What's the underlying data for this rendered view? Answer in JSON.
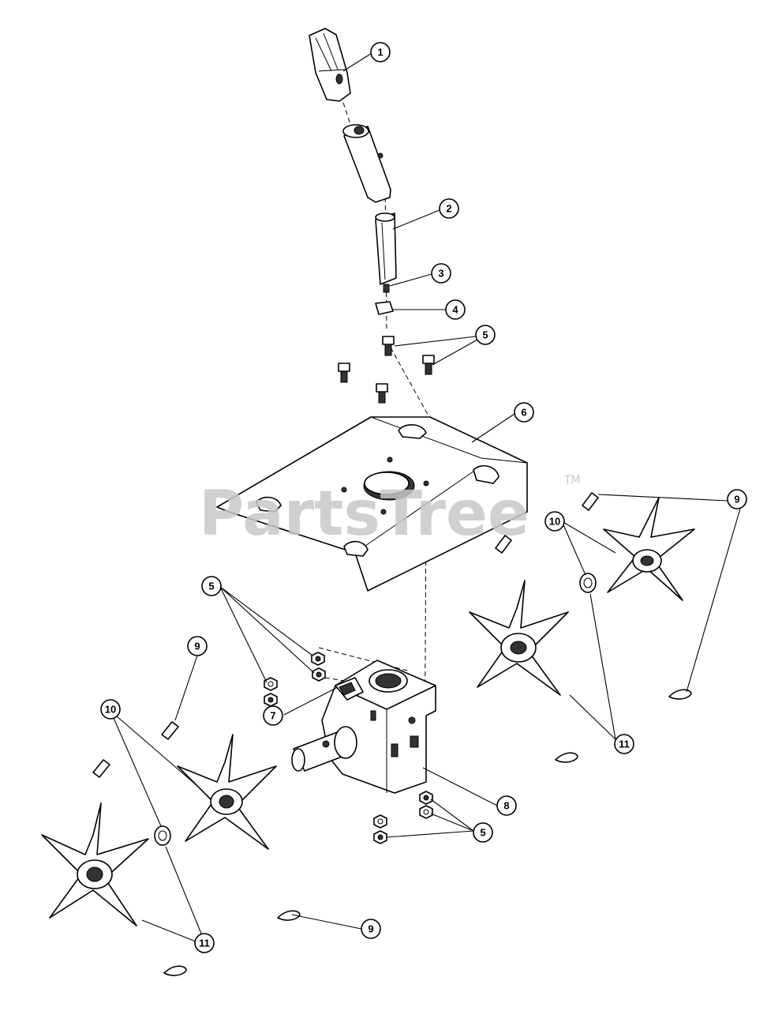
{
  "watermark": {
    "text": "PartsTree",
    "trademark": "TM"
  },
  "callouts": [
    "1",
    "2",
    "3",
    "4",
    "5",
    "6",
    "5",
    "9",
    "10",
    "7",
    "8",
    "5",
    "11",
    "9",
    "10",
    "11",
    "9"
  ],
  "colors": {
    "line": "#000000",
    "background": "#ffffff",
    "watermark": "#c8c8c8"
  }
}
